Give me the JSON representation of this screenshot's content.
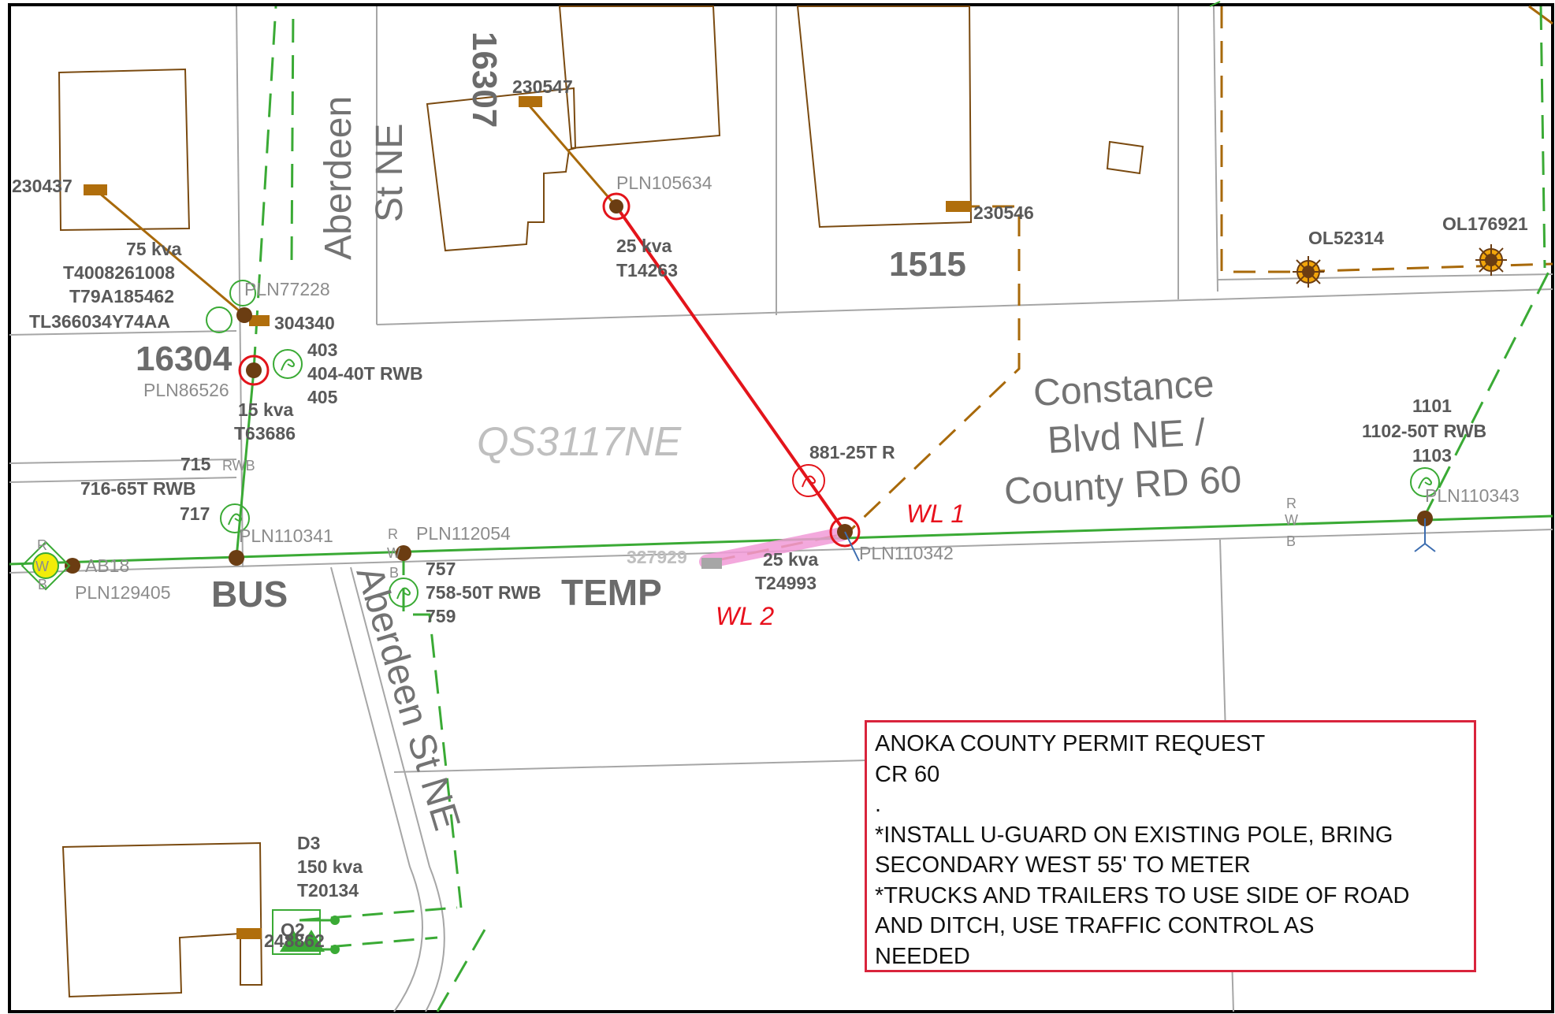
{
  "map": {
    "grid_label": "QS3117NE",
    "streets": {
      "aberdeen_north": [
        "Aberdeen",
        "St NE"
      ],
      "aberdeen_south": "Aberdeen St NE",
      "constance": [
        "Constance",
        "Blvd NE /",
        "County RD 60"
      ]
    },
    "addresses": {
      "a16307": "16307",
      "a1515": "1515",
      "a16304": "16304"
    },
    "area_labels": {
      "bus": "BUS",
      "temp": "TEMP"
    },
    "work_locations": {
      "wl1": "WL 1",
      "wl2": "WL 2"
    },
    "meters": {
      "m230437": "230437",
      "m230547": "230547",
      "m230546": "230546",
      "m304340": "304340",
      "m327929": "327929",
      "m248862": "248862"
    },
    "poles": {
      "p105634": "PLN105634",
      "p77228": "PLN77228",
      "p86526": "PLN86526",
      "p110341": "PLN110341",
      "p112054": "PLN112054",
      "p129405": "PLN129405",
      "p110342": "PLN110342",
      "p110343": "PLN110343"
    },
    "transformers": {
      "t_north": [
        "25 kva",
        "T14263"
      ],
      "t_west": [
        "75 kva",
        "T4008261008",
        "T79A185462",
        "TL366034Y74AA"
      ],
      "t_16304": [
        "15 kva",
        "T63686"
      ],
      "t_temp": [
        "25 kva",
        "T24993"
      ],
      "t_d3": [
        "D3",
        "150 kva",
        "T20134"
      ]
    },
    "switches": {
      "s403": [
        "403",
        "404-40T RWB",
        "405"
      ],
      "s715": "715",
      "s715_rwb": "RWB",
      "s716": "716-65T RWB",
      "s717": "717",
      "s757": [
        "757",
        "758-50T RWB",
        "759"
      ],
      "s881": "881-25T R",
      "s1101": [
        "1101",
        "1102-50T RWB",
        "1103"
      ]
    },
    "phase_labels": {
      "east": [
        "R",
        "W",
        "B"
      ],
      "mid": [
        "R",
        "W",
        "B"
      ],
      "west": [
        "R",
        "W",
        "B"
      ]
    },
    "other": {
      "ab18": "AB18",
      "ol52314": "OL52314",
      "ol176921": "OL176921",
      "q2": "Q2"
    }
  },
  "note": {
    "lines": [
      "ANOKA COUNTY PERMIT REQUEST",
      "CR 60",
      ".",
      "*INSTALL U-GUARD ON EXISTING POLE, BRING",
      "SECONDARY WEST 55' TO METER",
      "*TRUCKS AND TRAILERS TO USE SIDE OF ROAD",
      "AND DITCH, USE TRAFFIC CONTROL AS",
      "NEEDED"
    ]
  },
  "colors": {
    "primary_line": "#3aaa35",
    "secondary_line": "#a8690a",
    "building": "#7a4a10",
    "parcel": "#9a9a9a",
    "work_line": "#e3141b",
    "highlight": "#f29bd8",
    "pole": "#6b3d12"
  }
}
